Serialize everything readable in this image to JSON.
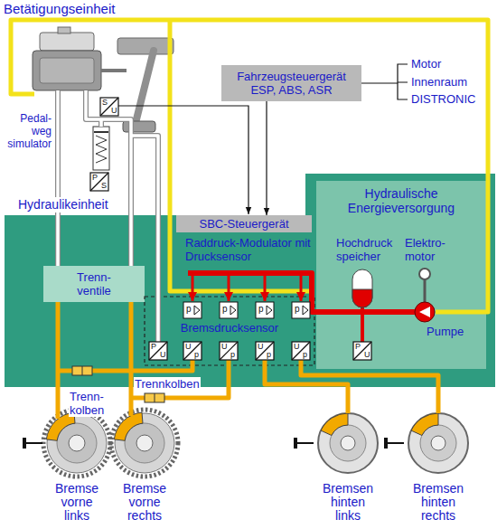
{
  "diagram": {
    "nodes": [
      {
        "text": [
          "Fahrzeugsteuergerät ESP, ABS, ASR"
        ]
      },
      {
        "text": [
          "Hydraulikeinheit"
        ]
      },
      {
        "text": [
          "SBC-Steuergerät"
        ],
        "in": 1
      },
      {
        "text": [
          "Hydraulische Energieversorgung"
        ],
        "in": 1
      },
      {
        "text": [
          "Trenn- ventile"
        ],
        "in": 1
      },
      {
        "text": [
          "Bremsdrucksensor"
        ],
        "in": 1
      }
    ],
    "edges": [
      {
        "from": 0,
        "to": 2,
        "arrow": "to"
      }
    ],
    "labels": [
      "Betätigungseinheit",
      "Pedal- weg simulator",
      "Motor",
      "Innenraum",
      "DISTRONIC",
      "S",
      "U",
      "P",
      "S",
      "Raddruck-Modulator mit Drucksensor",
      "Hochdruck speicher",
      "Elektro- motor",
      "p",
      "p",
      "p",
      "p",
      "P",
      "U",
      "U",
      "p",
      "U",
      "p",
      "U",
      "p",
      "U",
      "p",
      "P",
      "U",
      "Pumpe",
      "Trenn- kolben",
      "Trennkolben",
      "Bremse vorne links",
      "Bremse vorne rechts",
      "Bremsen hinten links",
      "Bremsen hinten rechts"
    ]
  }
}
